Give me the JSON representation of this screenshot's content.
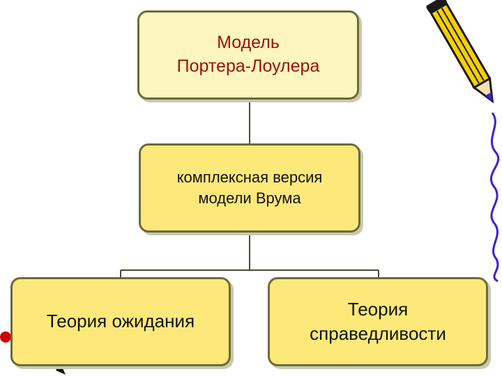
{
  "diagram": {
    "nodes": {
      "top": {
        "lines": [
          "Модель",
          "Портера-Лоулера"
        ]
      },
      "middle": {
        "lines": [
          "комплексная версия",
          "модели Врума"
        ]
      },
      "left": {
        "lines": [
          "Теория ожидания"
        ]
      },
      "right": {
        "lines": [
          "Теория",
          "справедливости"
        ]
      }
    },
    "edges": [
      {
        "from": "top",
        "to": "middle"
      },
      {
        "from": "middle",
        "to": "left"
      },
      {
        "from": "middle",
        "to": "right"
      }
    ]
  },
  "colors": {
    "top_fill": "#fdf6c0",
    "node_fill": "#fde97a",
    "top_text": "#a0100c",
    "connector": "#4a4a33",
    "pencil_body": "#f5d000",
    "decor_line": "#3b1fd6"
  },
  "decorations": [
    "pencil-icon",
    "squiggle-line"
  ]
}
